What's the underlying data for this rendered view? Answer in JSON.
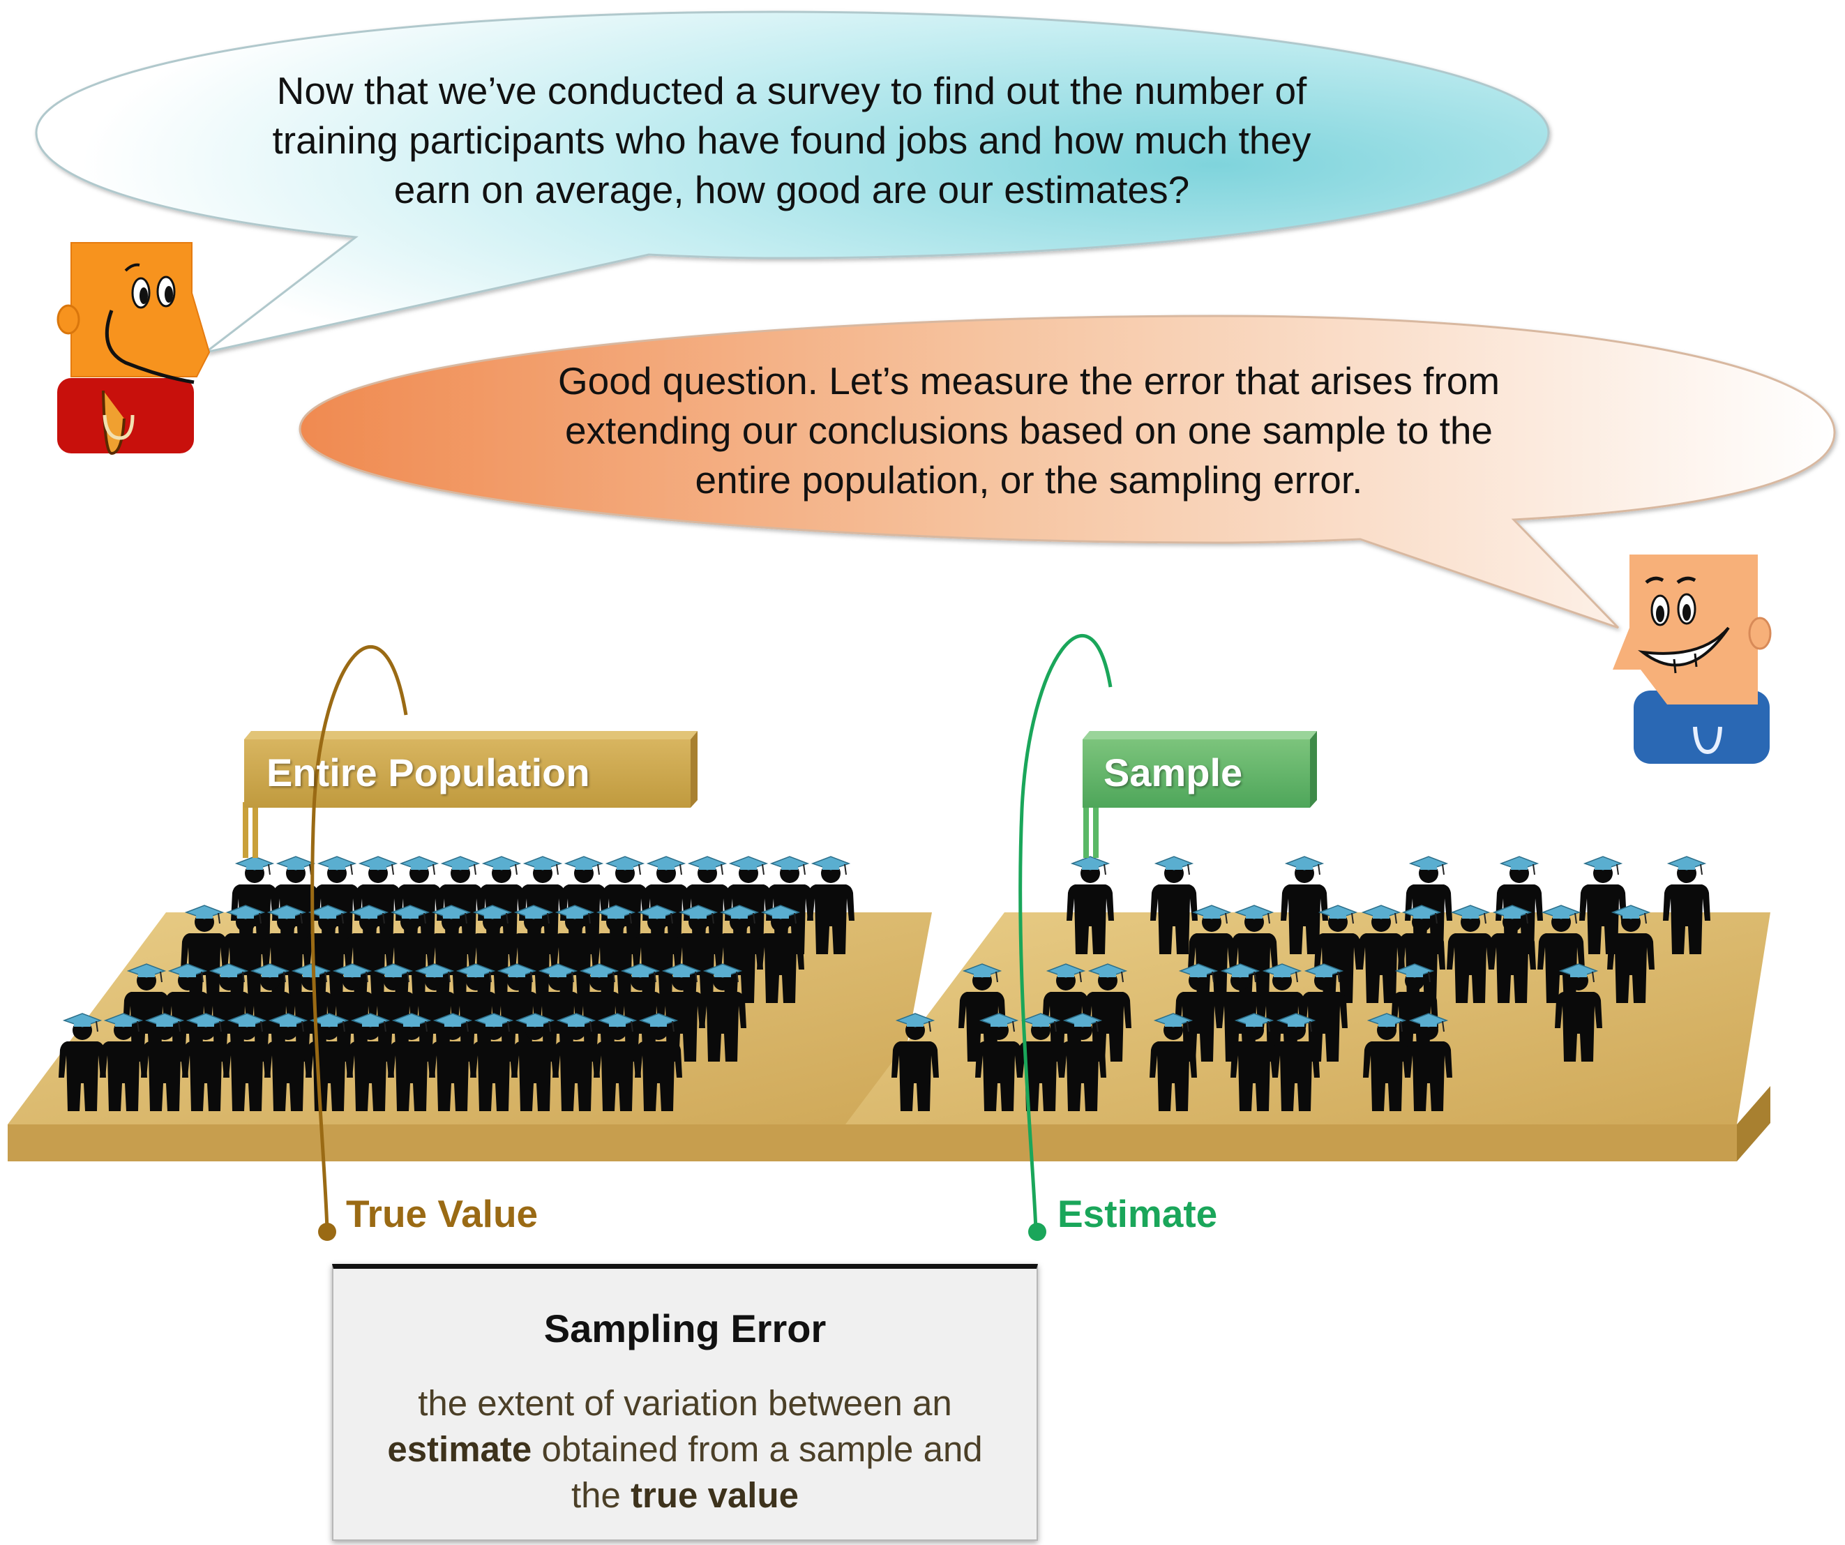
{
  "question": {
    "lines": [
      "Now that we’ve conducted a survey to find out the number of",
      "training participants who have found jobs and how much they",
      "earn on average, how good are our estimates?"
    ]
  },
  "answer": {
    "lines": [
      "Good question. Let’s measure the error that arises from",
      "extending our conclusions based on one sample to the",
      "entire population, or the sampling error."
    ]
  },
  "population": {
    "label": "Entire Population",
    "value_label": "True Value"
  },
  "sample": {
    "label": "Sample",
    "value_label": "Estimate"
  },
  "definition": {
    "title": "Sampling Error",
    "line1": "the extent of variation between an",
    "line2_bold": "estimate",
    "line2_rest": " obtained from a sample and",
    "line3_pre": "the ",
    "line3_bold": "true value"
  },
  "colors": {
    "question_bubble": "#c8eef0",
    "answer_bubble": "#f0a070",
    "population_accent": "#9a6a14",
    "sample_accent": "#1aa65a",
    "platform": "#d9b86a",
    "cap": "#5aaed0"
  },
  "icons": [
    "person-with-graduation-cap-icon",
    "cartoon-character-icon"
  ]
}
